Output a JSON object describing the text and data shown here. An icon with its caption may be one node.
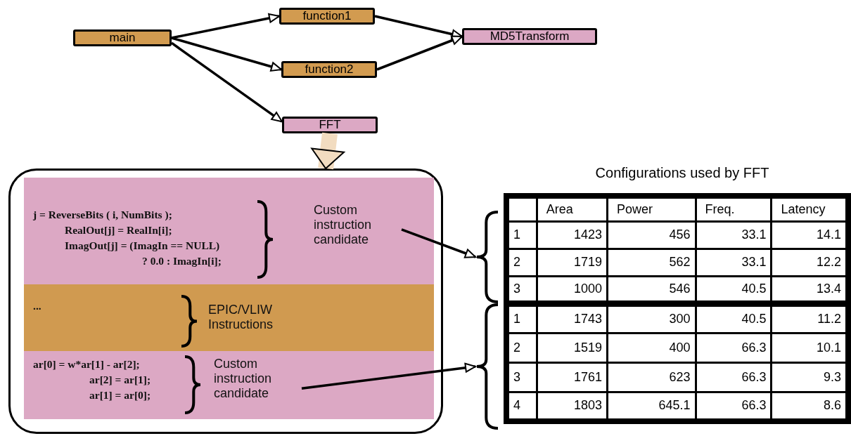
{
  "diagram": {
    "nodes": [
      {
        "text": [
          "main"
        ]
      },
      {
        "text": [
          "function1"
        ]
      },
      {
        "text": [
          "function2"
        ]
      },
      {
        "text": [
          "MD5Transform"
        ]
      },
      {
        "text": [
          "FFT"
        ]
      },
      {
        "text": [],
        "shape": "box"
      },
      {
        "text": [
          "j = ReverseBits ( i, NumBits );",
          "RealOut[j] = RealIn[i];",
          "ImagOut[j] = (ImagIn == NULL)",
          "? 0.0 : ImagIn[i];"
        ],
        "in": 5
      },
      {
        "text": [
          "Custom instruction candidate"
        ],
        "in": 6
      },
      {
        "text": [
          "..."
        ],
        "in": 5
      },
      {
        "text": [
          "EPIC/VLIW Instructions"
        ],
        "in": 8
      },
      {
        "text": [
          "ar[0] = w*ar[1] - ar[2];",
          "ar[2] = ar[1];",
          "ar[1] = ar[0];"
        ],
        "in": 5
      },
      {
        "text": [
          "Custom instruction candidate"
        ],
        "in": 10
      },
      {
        "text": [],
        "shape": "brace"
      },
      {
        "text": [],
        "shape": "brace"
      }
    ],
    "edges": [
      {
        "from": 0,
        "to": 1,
        "arrow": "to"
      },
      {
        "from": 0,
        "to": 2,
        "arrow": "to"
      },
      {
        "from": 0,
        "to": 4,
        "arrow": "to"
      },
      {
        "from": 1,
        "to": 3,
        "arrow": "to"
      },
      {
        "from": 2,
        "to": 3,
        "arrow": "to"
      },
      {
        "from": 4,
        "to": 5,
        "arrow": "to",
        "style": "thick",
        "color": "#f2dcc0"
      },
      {
        "from": 7,
        "to": 12,
        "arrow": "to"
      },
      {
        "from": 11,
        "to": 13,
        "arrow": "to"
      }
    ],
    "labels": [
      "Configurations used by FFT",
      "Area",
      "Power",
      "Freq.",
      "Latency",
      "1",
      "1423",
      "456",
      "33.1",
      "14.1",
      "2",
      "1719",
      "562",
      "33.1",
      "12.2",
      "3",
      "1000",
      "546",
      "40.5",
      "13.4",
      "1",
      "1743",
      "300",
      "40.5",
      "11.2",
      "2",
      "1519",
      "400",
      "66.3",
      "10.1",
      "3",
      "1761",
      "623",
      "66.3",
      "9.3",
      "4",
      "1803",
      "645.1",
      "66.3",
      "8.6"
    ]
  }
}
